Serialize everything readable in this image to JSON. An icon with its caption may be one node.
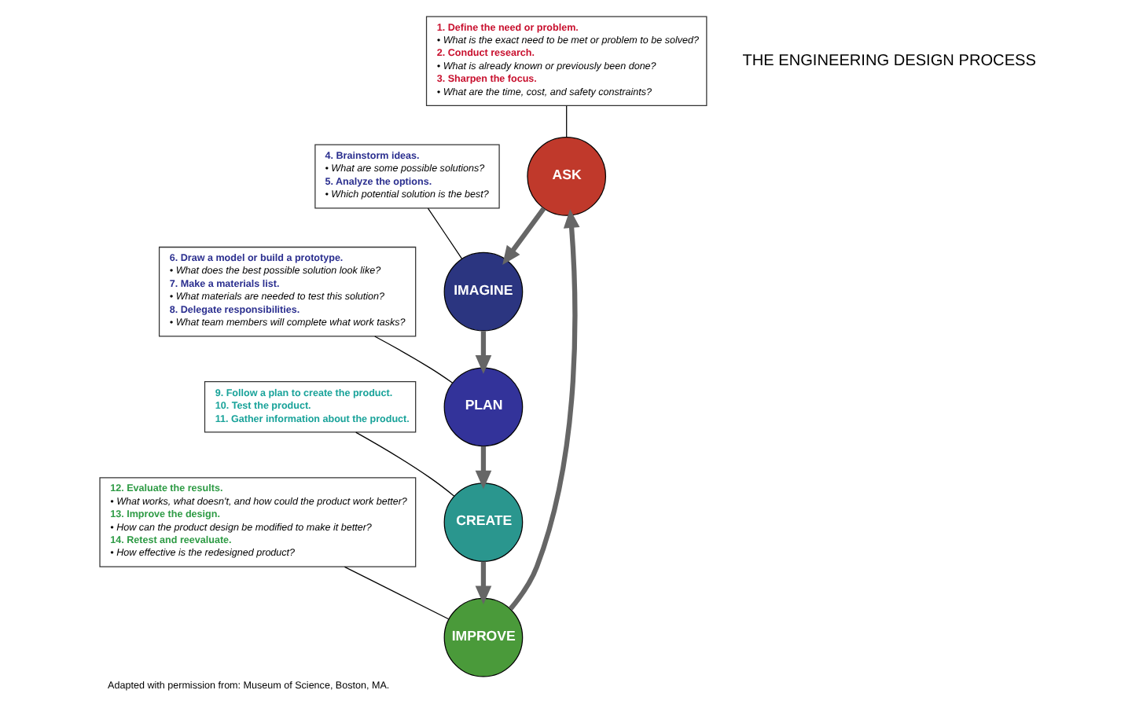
{
  "diagram": {
    "caption": "Adapted with permission from: Museum of Science, Boston, MA.",
    "nodes": [
      {
        "text": [
          "ASK"
        ]
      },
      {
        "text": [
          "IMAGINE"
        ]
      },
      {
        "text": [
          "PLAN"
        ]
      },
      {
        "text": [
          "CREATE"
        ]
      },
      {
        "text": [
          "IMPROVE"
        ]
      },
      {
        "text": [
          "1. Define the need or problem.",
          "• What is the exact need to be met or problem to be solved?",
          "2. Conduct research.",
          "• What is already known or previously been done?",
          "3. Sharpen the focus.",
          "• What are the time, cost, and safety constraints?"
        ]
      },
      {
        "text": [
          "4. Brainstorm ideas.",
          "• What are some possible solutions?",
          "5. Analyze the options.",
          "• Which potential solution is the best?"
        ]
      },
      {
        "text": [
          "6. Draw a model or build a prototype.",
          "• What does the best possible solution look like?",
          "7. Make a materials list.",
          "• What materials are needed to test this solution?",
          "8. Delegate responsibilities.",
          "• What team members will complete what work tasks?"
        ]
      },
      {
        "text": [
          "9. Follow a plan to create the product.",
          "10. Test the product.",
          "11. Gather information about the product."
        ]
      },
      {
        "text": [
          "12. Evaluate the results.",
          "• What works, what doesn't, and how could the product work better?",
          "13. Improve the design.",
          "• How can the product design be modified to make it better?",
          "14. Retest and reevaluate.",
          "• How effective is the redesigned product?"
        ]
      }
    ],
    "edges": [
      {
        "from": 0,
        "to": 1,
        "arrow": "to",
        "style": "thick",
        "color": "#666666"
      },
      {
        "from": 1,
        "to": 2,
        "arrow": "to",
        "style": "thick",
        "color": "#666666"
      },
      {
        "from": 2,
        "to": 3,
        "arrow": "to",
        "style": "thick",
        "color": "#666666"
      },
      {
        "from": 3,
        "to": 4,
        "arrow": "to",
        "style": "thick",
        "color": "#666666"
      },
      {
        "from": 4,
        "to": 0,
        "arrow": "to",
        "style": "thick",
        "color": "#666666"
      },
      {
        "from": 5,
        "to": 0,
        "arrow": "none",
        "color": "#000000"
      },
      {
        "from": 6,
        "to": 1,
        "arrow": "none",
        "color": "#000000"
      },
      {
        "from": 7,
        "to": 2,
        "arrow": "none",
        "color": "#000000"
      },
      {
        "from": 8,
        "to": 3,
        "arrow": "none",
        "color": "#000000"
      },
      {
        "from": 9,
        "to": 4,
        "arrow": "none",
        "color": "#000000"
      }
    ],
    "labels": [
      "THE ENGINEERING DESIGN PROCESS"
    ]
  }
}
